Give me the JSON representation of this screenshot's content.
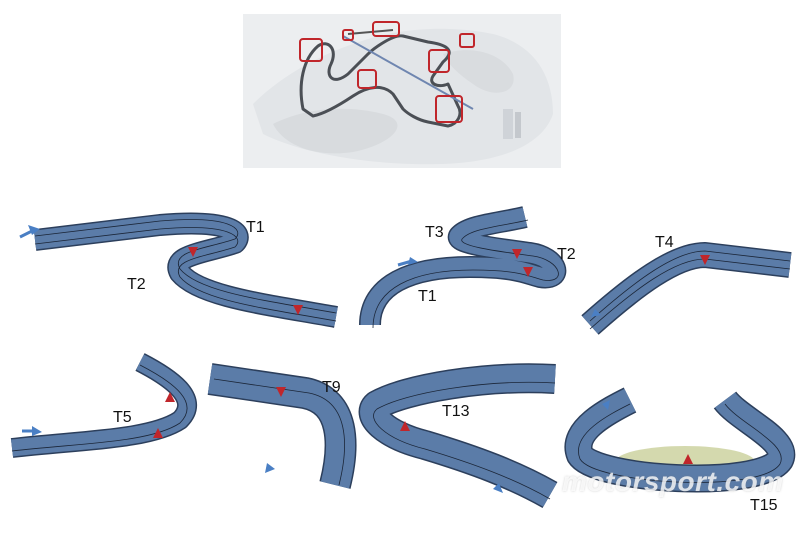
{
  "colors": {
    "track": "#5b7ca8",
    "track_edge": "#2c3f5c",
    "track_line": "#1b2638",
    "arrow_blue": "#4a7fc4",
    "marker_red": "#c0262b",
    "highlight_box": "#c0262b",
    "runoff": "#c9cf9a"
  },
  "panels": [
    {
      "id": "p1",
      "labels": [
        "T1",
        "T2"
      ]
    },
    {
      "id": "p2",
      "labels": [
        "T3",
        "T2",
        "T1"
      ]
    },
    {
      "id": "p3",
      "labels": [
        "T4"
      ]
    },
    {
      "id": "p4",
      "labels": [
        "T5"
      ]
    },
    {
      "id": "p5",
      "labels": [
        "T9"
      ]
    },
    {
      "id": "p6",
      "labels": [
        "T13"
      ]
    },
    {
      "id": "p7",
      "labels": [
        "T15"
      ]
    }
  ],
  "watermark": "motorsport.com"
}
